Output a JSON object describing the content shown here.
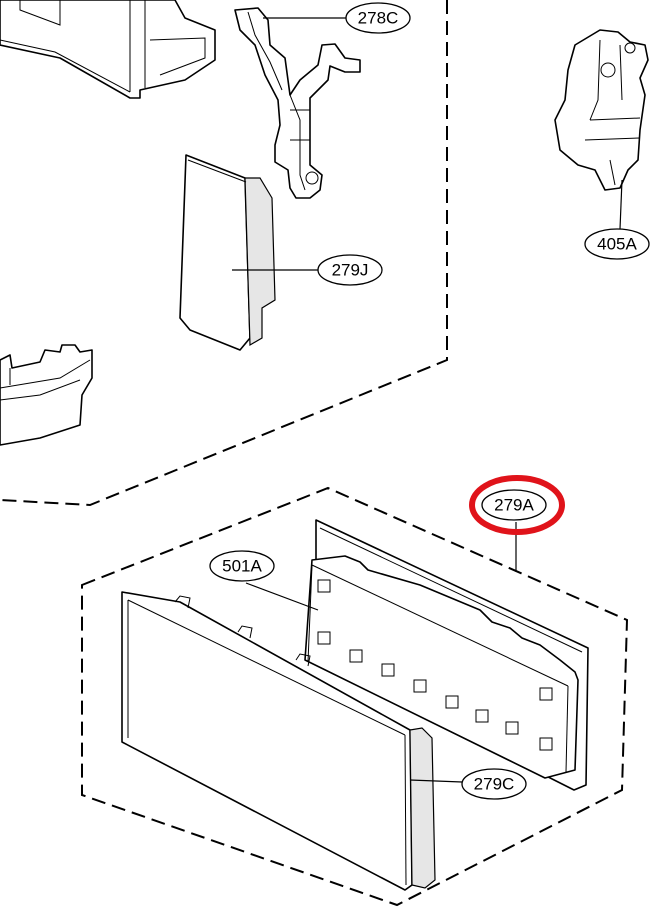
{
  "callouts": {
    "c278c": "278C",
    "c405a": "405A",
    "c279j": "279J",
    "c279a": "279A",
    "c501a": "501A",
    "c279c": "279C"
  },
  "highlighted_callout": "279A",
  "colors": {
    "highlight": "#e0131a",
    "line": "#000000",
    "background": "#ffffff"
  }
}
